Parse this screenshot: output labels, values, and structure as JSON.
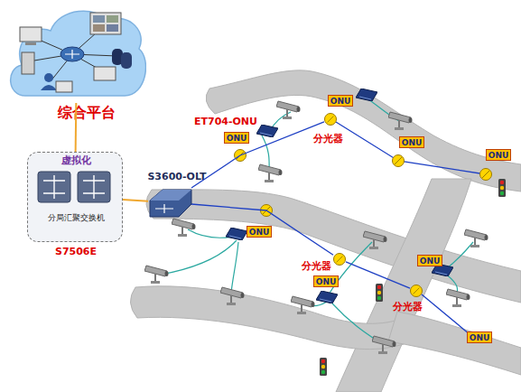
{
  "diagram": {
    "nodes": [
      {
        "text": [
          "综合平台"
        ]
      },
      {
        "text": [
          "虚拟化",
          "分局汇聚交换机",
          "S7506E"
        ]
      },
      {
        "text": [
          "S3600-OLT"
        ]
      },
      {
        "text": [
          "ONU"
        ]
      },
      {
        "text": [
          "分光器"
        ]
      },
      {
        "text": [
          "ONU"
        ]
      },
      {
        "text": [
          "ONU"
        ]
      },
      {
        "text": [
          "ONU"
        ]
      },
      {
        "text": [
          "ONU"
        ]
      },
      {
        "text": [
          "ONU"
        ]
      },
      {
        "text": [
          "分光器"
        ]
      },
      {
        "text": [
          "ONU"
        ]
      },
      {
        "text": [
          "分光器"
        ]
      },
      {
        "text": [
          "ONU"
        ]
      }
    ],
    "edges": [
      {
        "from": 0,
        "to": 1,
        "arrow": "none"
      },
      {
        "from": 1,
        "to": 2,
        "arrow": "none"
      },
      {
        "from": 2,
        "to": 4,
        "arrow": "none"
      },
      {
        "from": 2,
        "to": 10,
        "arrow": "none"
      },
      {
        "from": 10,
        "to": 12,
        "arrow": "none"
      }
    ],
    "labels": [
      "ET704-ONU"
    ]
  }
}
